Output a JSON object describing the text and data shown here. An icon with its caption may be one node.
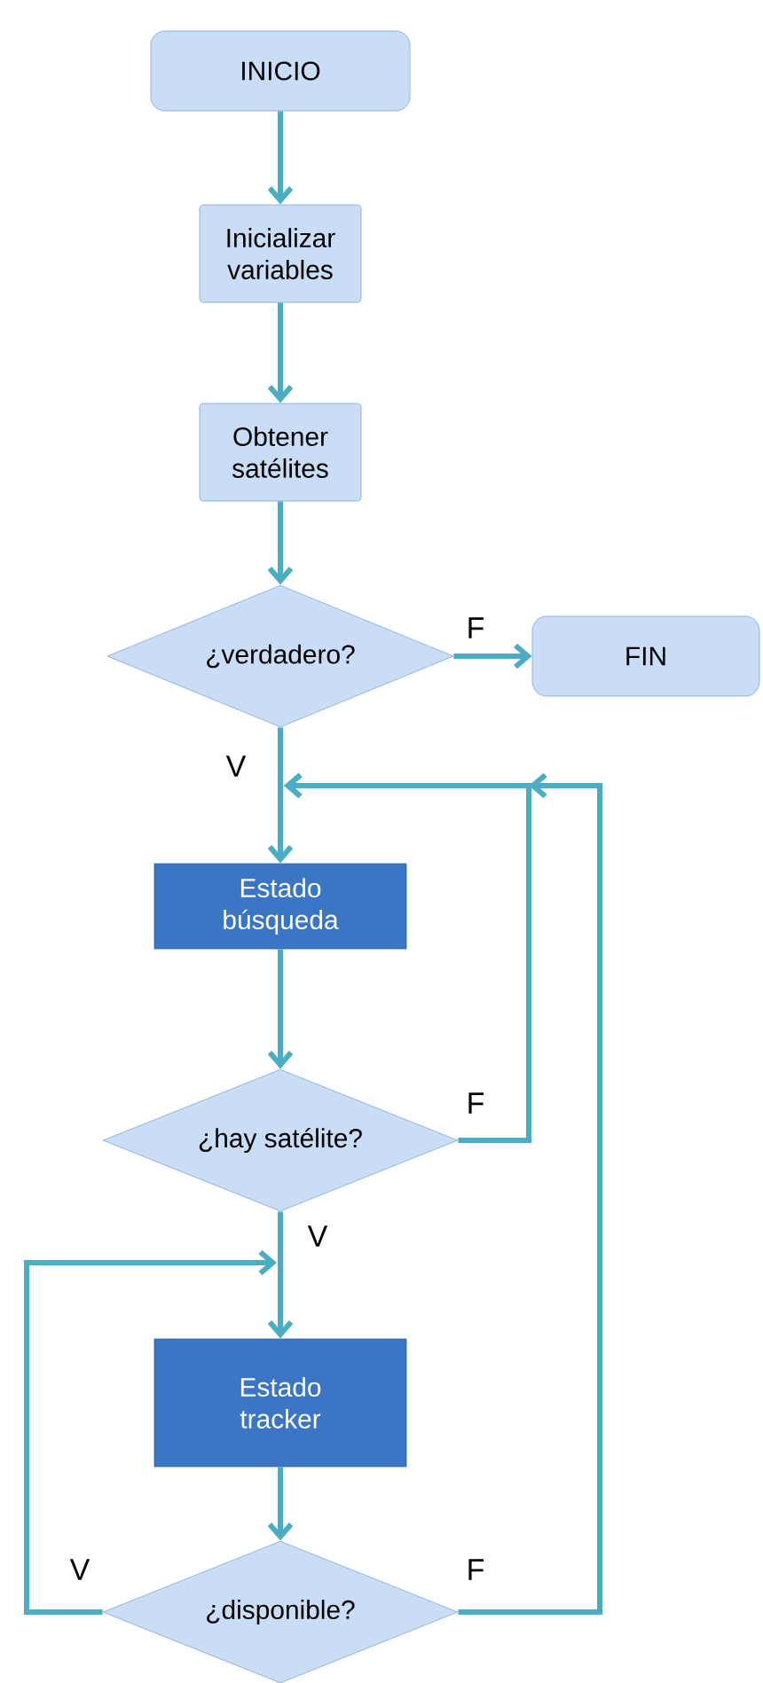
{
  "diagram": {
    "nodes": [
      {
        "text": [
          "INICIO"
        ]
      },
      {
        "text": [
          "Inicializar variables"
        ]
      },
      {
        "text": [
          "Obtener satélites"
        ]
      },
      {
        "text": [
          "¿verdadero?"
        ]
      },
      {
        "text": [
          "FIN"
        ]
      },
      {
        "text": [
          "Estado búsqueda"
        ]
      },
      {
        "text": [
          "¿hay satélite?"
        ]
      },
      {
        "text": [
          "Estado tracker"
        ]
      },
      {
        "text": [
          "¿disponible?"
        ]
      }
    ],
    "edges": [
      {
        "from": 0,
        "to": 1,
        "arrow": "to"
      },
      {
        "from": 1,
        "to": 2,
        "arrow": "to"
      },
      {
        "from": 2,
        "to": 3,
        "arrow": "to"
      },
      {
        "from": 3,
        "to": 4,
        "arrow": "to",
        "label": "F"
      },
      {
        "from": 3,
        "to": 5,
        "arrow": "to",
        "label": "V"
      },
      {
        "from": 5,
        "to": 6,
        "arrow": "to"
      },
      {
        "from": 6,
        "to": 7,
        "arrow": "to",
        "label": "V"
      },
      {
        "from": 6,
        "to": 5,
        "arrow": "to",
        "label": "F"
      },
      {
        "from": 7,
        "to": 8,
        "arrow": "to"
      },
      {
        "from": 8,
        "to": 7,
        "arrow": "to",
        "label": "V"
      },
      {
        "from": 8,
        "to": 5,
        "arrow": "to",
        "label": "F"
      }
    ]
  }
}
